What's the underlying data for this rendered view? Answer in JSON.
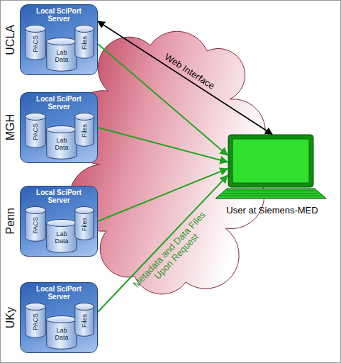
{
  "diagram": {
    "nodes": [
      {
        "text": [
          "UCLA",
          "Local SciPort Server"
        ]
      },
      {
        "text": [
          "PACS"
        ],
        "in": 0
      },
      {
        "text": [
          "Lab Data"
        ],
        "in": 0
      },
      {
        "text": [
          "Files"
        ],
        "in": 0
      },
      {
        "text": [
          "MGH",
          "Local SciPort Server"
        ]
      },
      {
        "text": [
          "PACS"
        ],
        "in": 4
      },
      {
        "text": [
          "Lab Data"
        ],
        "in": 4
      },
      {
        "text": [
          "Files"
        ],
        "in": 4
      },
      {
        "text": [
          "Penn",
          "Local SciPort Server"
        ]
      },
      {
        "text": [
          "PACS"
        ],
        "in": 8
      },
      {
        "text": [
          "Lab Data"
        ],
        "in": 8
      },
      {
        "text": [
          "Files"
        ],
        "in": 8
      },
      {
        "text": [
          "UKy",
          "Local SciPort Server"
        ]
      },
      {
        "text": [
          "PACS"
        ],
        "in": 12
      },
      {
        "text": [
          "Lab Data"
        ],
        "in": 12
      },
      {
        "text": [
          "Files"
        ],
        "in": 12
      },
      {
        "text": [
          "User at Siemens-MED"
        ]
      }
    ],
    "edges": [
      {
        "from": 0,
        "to": 16,
        "arrow": "to"
      },
      {
        "from": 0,
        "to": 16,
        "label": "Web Interface",
        "arrow": "both"
      },
      {
        "from": 4,
        "to": 16,
        "arrow": "to"
      },
      {
        "from": 8,
        "to": 16,
        "arrow": "to"
      },
      {
        "from": 12,
        "to": 16,
        "label": "Metadata and Data Files Upon Request",
        "arrow": "to"
      }
    ]
  }
}
